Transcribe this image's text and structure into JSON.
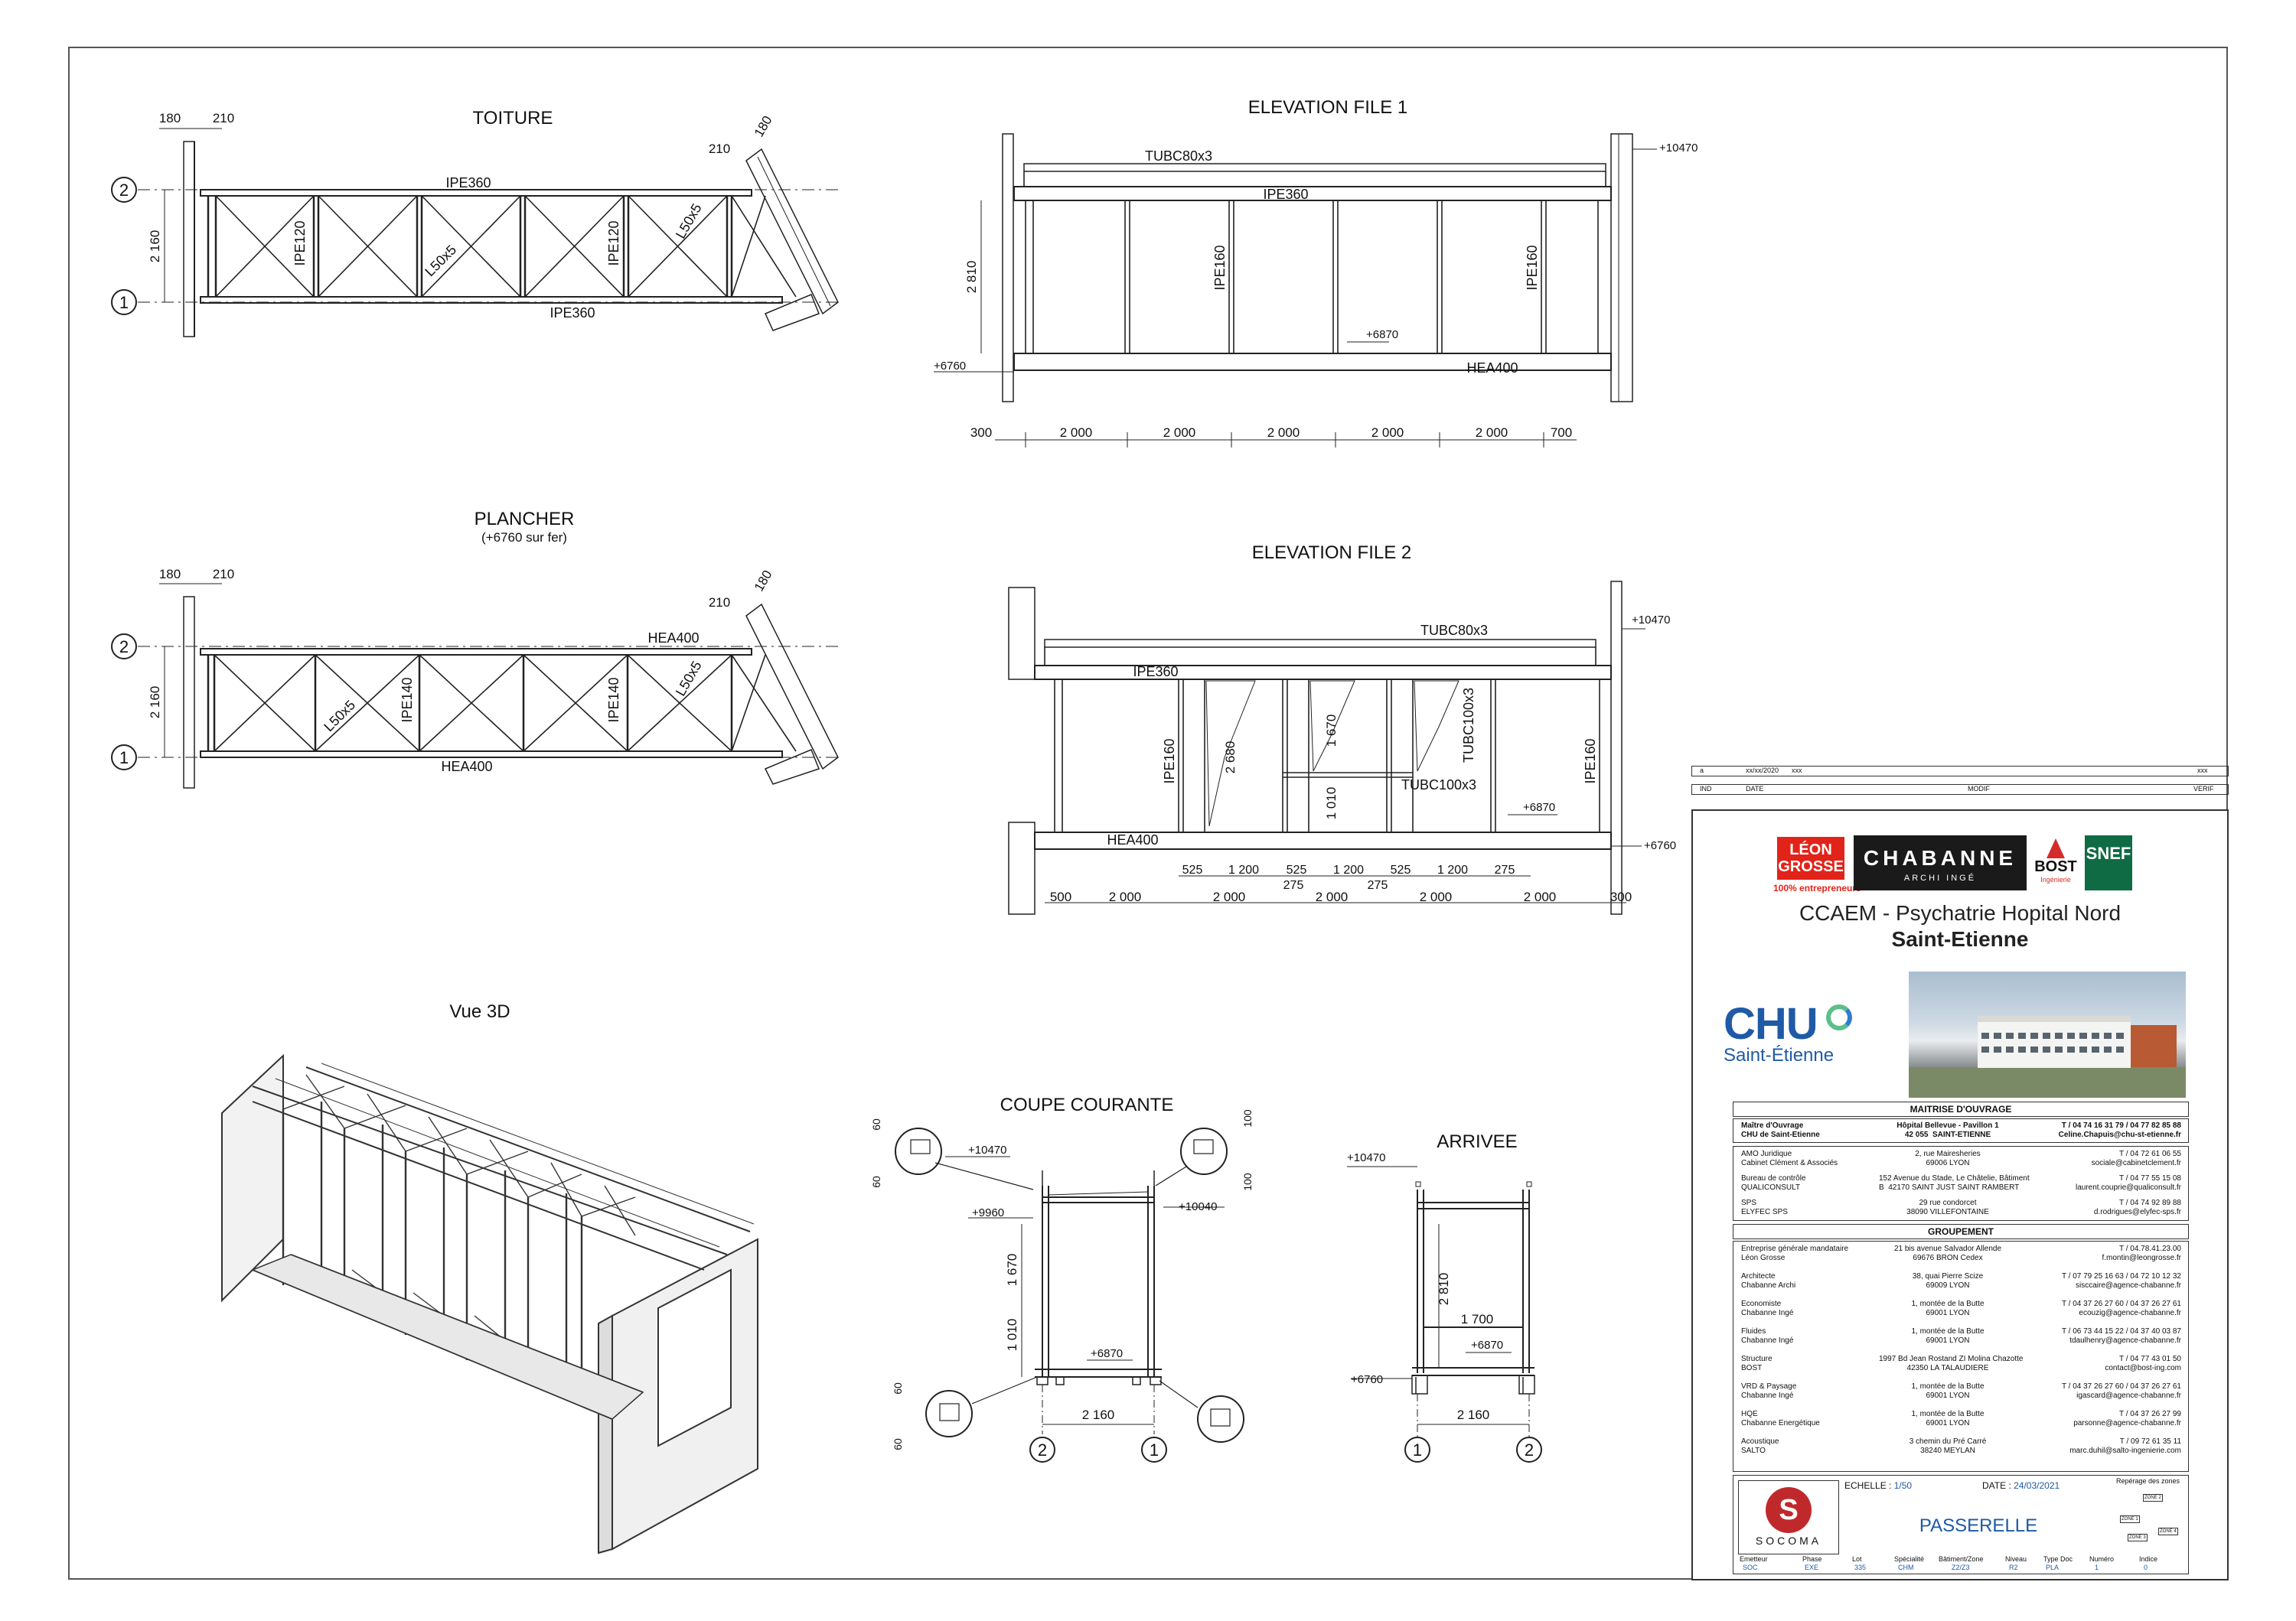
{
  "views": {
    "toiture": {
      "title": "TOITURE",
      "profiles": [
        "IPE360",
        "IPE360",
        "IPE120",
        "IPE120",
        "L50x5",
        "L50x5"
      ],
      "dims": [
        "180",
        "210",
        "2 160",
        "210",
        "180"
      ],
      "axes": [
        "2",
        "1"
      ]
    },
    "plancher": {
      "title": "PLANCHER",
      "subtitle": "(+6760 sur fer)",
      "profiles": [
        "HEA400",
        "HEA400",
        "IPE140",
        "IPE140",
        "L50x5",
        "L50x5"
      ],
      "dims": [
        "180",
        "210",
        "2 160",
        "210",
        "180"
      ],
      "axes": [
        "2",
        "1"
      ]
    },
    "elev1": {
      "title": "ELEVATION FILE 1",
      "profiles": [
        "TUBC80x3",
        "IPE360",
        "IPE160",
        "IPE160",
        "HEA400"
      ],
      "levels": [
        "+10470",
        "+6870",
        "+6760"
      ],
      "height": "2 810",
      "dims": [
        "300",
        "2 000",
        "2 000",
        "2 000",
        "2 000",
        "2 000",
        "700"
      ]
    },
    "elev2": {
      "title": "ELEVATION FILE 2",
      "profiles": [
        "TUBC80x3",
        "IPE360",
        "IPE160",
        "IPE160",
        "TUBC100x3",
        "TUBC100x3",
        "HEA400"
      ],
      "levels": [
        "+10470",
        "+6870",
        "+6760"
      ],
      "heights": [
        "2 680",
        "1 670",
        "1 010"
      ],
      "sub": [
        "525",
        "1 200",
        "525",
        "1 200",
        "525",
        "1 200",
        "275",
        "275",
        "275"
      ],
      "dims": [
        "500",
        "2 000",
        "2 000",
        "2 000",
        "2 000",
        "2 000",
        "300"
      ]
    },
    "vue3d": {
      "title": "Vue 3D"
    },
    "coupe": {
      "title": "COUPE COURANTE",
      "levels": [
        "+10470",
        "+9960",
        "+10040",
        "+6870"
      ],
      "dims": [
        "60",
        "60",
        "100",
        "100",
        "60",
        "60",
        "1 670",
        "1 010",
        "2 160"
      ],
      "axes": [
        "2",
        "1"
      ]
    },
    "arrivee": {
      "title": "ARRIVEE",
      "levels": [
        "+10470",
        "+6870",
        "+6760"
      ],
      "dims": [
        "2 810",
        "1 700",
        "2 160"
      ],
      "axes": [
        "1",
        "2"
      ]
    }
  },
  "revision": {
    "ind": "a",
    "date": "xx/xx/2020",
    "modif": "xxx",
    "verif": "xxx",
    "headers": [
      "IND",
      "DATE",
      "MODIF",
      "VERIF"
    ]
  },
  "cartouche": {
    "logos": {
      "leongrosse": "LÉON GROSSE",
      "leongrosse_sub": "100% entrepreneurs",
      "chabanne": "CHABANNE",
      "chabanne_sub": "ARCHI  INGÉ",
      "bost": "BOST",
      "bost_sub": "Ingénierie",
      "snef": "SNEF"
    },
    "project": "CCAEM - Psychatrie Hopital Nord",
    "city": "Saint-Etienne",
    "chu": {
      "name": "CHU",
      "sub": "Saint-Étienne"
    },
    "moa_title": "MAITRISE D'OUVRAGE",
    "moa": {
      "c1": "Maître d'Ouvrage\nCHU de Saint-Etienne",
      "c2": "Hôpital Bellevue - Pavillon 1\n42 055  SAINT-ETIENNE",
      "c3": "T / 04 74 16 31 79 / 04 77 82 85 88\nCeline.Chapuis@chu-st-etienne.fr"
    },
    "amo": [
      {
        "c1": "AMO Juridique\nCabinet Clément & Associés",
        "c2": "2, rue Mairesheries\n69006 LYON",
        "c3": "T / 04 72 61 06 55\nsociale@cabinetclement.fr"
      },
      {
        "c1": "Bureau de contrôle\nQUALICONSULT",
        "c2": "152 Avenue du Stade, Le Châtelie, Bâtiment\nB  42170 SAINT JUST SAINT RAMBERT",
        "c3": "T / 04 77 55 15 08\nlaurent.couprie@qualiconsult.fr"
      },
      {
        "c1": "SPS\nELYFEC SPS",
        "c2": "29 rue condorcet\n38090 VILLEFONTAINE",
        "c3": "T / 04 74 92 89 88\nd.rodrigues@elyfec-sps.fr"
      }
    ],
    "grp_title": "GROUPEMENT",
    "grp": [
      {
        "c1": "Entreprise générale mandataire\nLéon Grosse",
        "c2": "21 bis avenue Salvador Allende\n69676 BRON Cedex",
        "c3": "T / 04.78.41.23.00\nf.montin@leongrosse.fr"
      },
      {
        "c1": "Architecte\nChabanne Archi",
        "c2": "38, quai Pierre Scize\n69009 LYON",
        "c3": "T / 07 79 25 16 63 / 04 72 10 12 32\nsisccaire@agence-chabanne.fr"
      },
      {
        "c1": "Economiste\nChabanne Ingé",
        "c2": "1, montée de la Butte\n69001 LYON",
        "c3": "T / 04 37 26 27 60 / 04 37 26 27 61\necouzig@agence-chabanne.fr"
      },
      {
        "c1": "Fluides\nChabanne Ingé",
        "c2": "1, montée de la Butte\n69001 LYON",
        "c3": "T / 06 73 44 15 22 / 04 37 40 03 87\ntdaulhenry@agence-chabanne.fr"
      },
      {
        "c1": "Structure\nBOST",
        "c2": "1997 Bd Jean Rostand ZI Molina Chazotte\n42350 LA TALAUDIERE",
        "c3": "T / 04 77 43 01 50\ncontact@bost-ing.com"
      },
      {
        "c1": "VRD & Paysage\nChabanne Ingé",
        "c2": "1, montée de la Butte\n69001 LYON",
        "c3": "T / 04 37 26 27 60 / 04 37 26 27 61\nigascard@agence-chabanne.fr"
      },
      {
        "c1": "HQE\nChabanne Energétique",
        "c2": "1, montée de la Butte\n69001 LYON",
        "c3": "T / 04 37 26 27 99\nparsonne@agence-chabanne.fr"
      },
      {
        "c1": "Acoustique\nSALTO",
        "c2": "3 chemin du Pré Carré\n38240 MEYLAN",
        "c3": "T / 09 72 61 35 11\nmarc.duhil@salto-ingenierie.com"
      }
    ],
    "socoma": "SOCOMA",
    "echelle_label": "ECHELLE :",
    "echelle": "1/50",
    "date_label": "DATE :",
    "date": "24/03/2021",
    "reperage": "Repérage des zones",
    "zones": [
      "ZONE 1",
      "ZONE 2",
      "ZONE 3",
      "ZONE 4"
    ],
    "plan_title": "PASSERELLE",
    "codes_headers": [
      "Emetteur",
      "Phase",
      "Lot",
      "Spécialité",
      "Bâtiment/Zone",
      "Niveau",
      "Type Doc",
      "Numéro",
      "Indice"
    ],
    "codes_values": [
      "SOC",
      "EXE",
      "335",
      "CHM",
      "Z2/Z3",
      "R2",
      "PLA",
      "1",
      "0"
    ]
  }
}
